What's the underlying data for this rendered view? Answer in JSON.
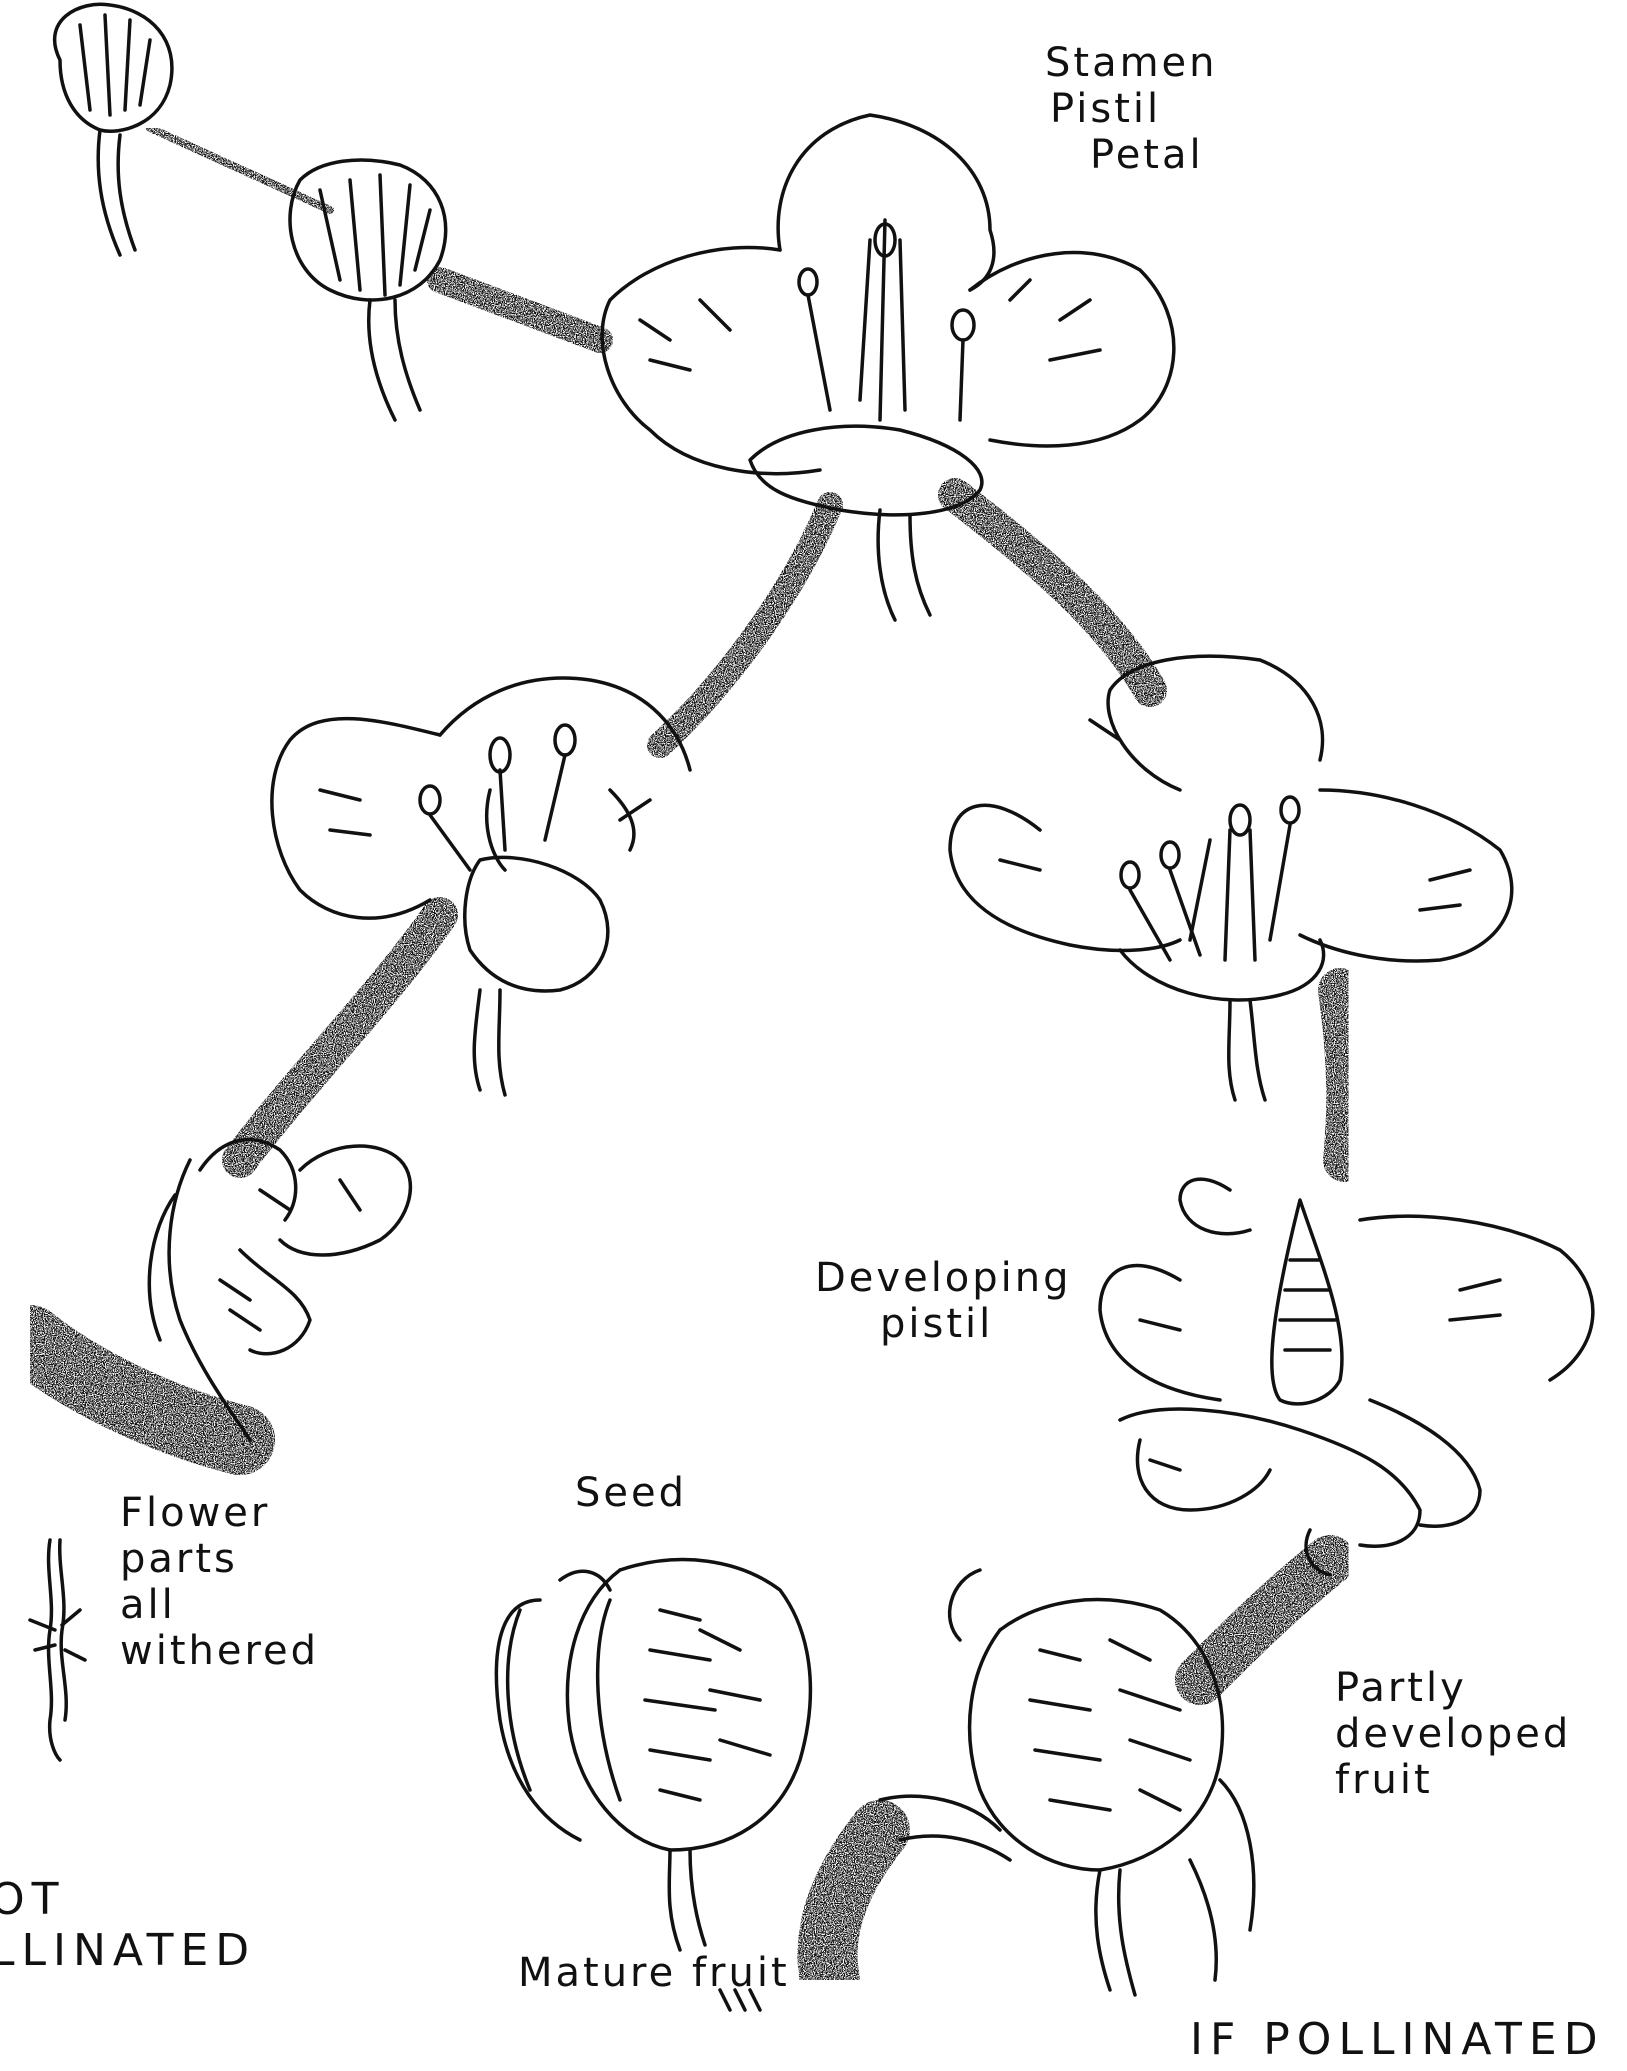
{
  "labels": {
    "stamen": "Stamen",
    "pistil": "Pistil",
    "petal": "Petal",
    "developing_pistil_1": "Developing",
    "developing_pistil_2": "pistil",
    "seed": "Seed",
    "flower_parts_1": "Flower",
    "flower_parts_2": "parts",
    "flower_parts_3": "all",
    "flower_parts_4": "withered",
    "partly_1": "Partly",
    "partly_2": "developed",
    "partly_3": "fruit",
    "mature_fruit": "Mature fruit",
    "not_pollinated_1": "OT",
    "not_pollinated_2": "LLINATED",
    "if_pollinated": "IF POLLINATED"
  },
  "colors": {
    "ink": "#111111",
    "paper": "#ffffff"
  }
}
